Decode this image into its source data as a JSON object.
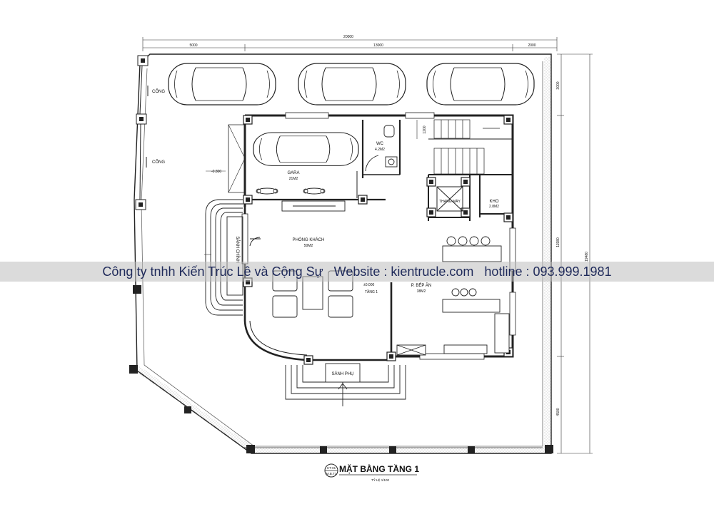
{
  "dimensions": {
    "top_total": "20000",
    "top_left": "5000",
    "top_mid": "13000",
    "top_right": "2000",
    "right_top": "3000",
    "right_mid": "11980",
    "right_total": "19480",
    "right_bottom": "4500",
    "wc_depth": "1200"
  },
  "rooms": {
    "gara": "GARA",
    "gara_area": "21M2",
    "wc": "WC",
    "wc_area": "4.2M2",
    "thang_may": "THANG MÁY",
    "kho": "KHO",
    "kho_area": "2.8M2",
    "phong_khach": "PHÒNG KHÁCH",
    "phong_khach_area": "50M2",
    "bep_an": "P. BẾP ĂN",
    "bep_an_area": "38M2",
    "sanh_chinh": "SẢNH CHÍNH",
    "sanh_phu": "SẢNH PHỤ"
  },
  "gates": {
    "cong1": "CỔNG",
    "cong2": "CỔNG"
  },
  "levels": {
    "outdoor": "-0.800",
    "floor": "±0.000",
    "floor_name": "TẦNG 1"
  },
  "title_block": {
    "tag_top": "CT-01",
    "tag_bottom": "M.B.T1",
    "title": "MẶT BẰNG TẦNG 1",
    "scale": "TỶ LỆ  1/100"
  },
  "watermark": {
    "company": "Công ty tnhh Kiến Trúc Lê và Cộng Sự",
    "website": "Website : kientrucle.com",
    "hotline": "hotline : 093.999.1981"
  }
}
